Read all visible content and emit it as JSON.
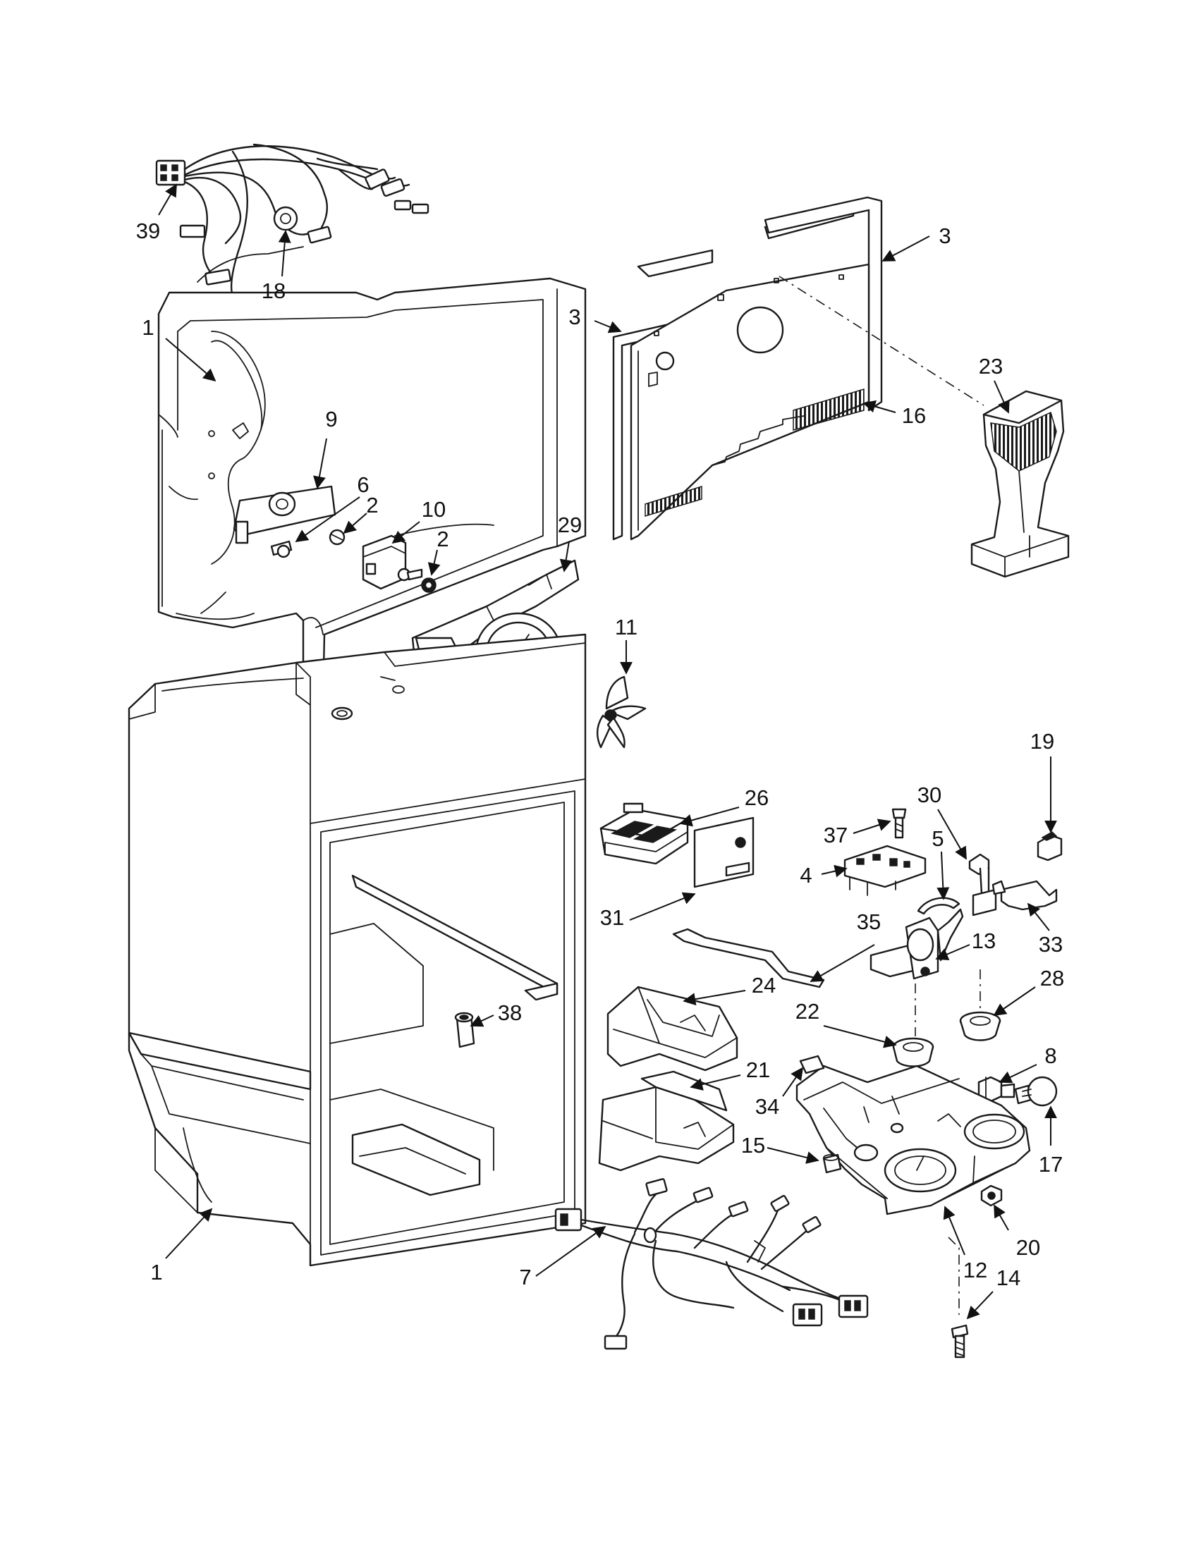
{
  "diagram": {
    "callouts": [
      {
        "id": "c1",
        "label": "1"
      },
      {
        "id": "c2",
        "label": "1"
      },
      {
        "id": "c3",
        "label": "2"
      },
      {
        "id": "c4",
        "label": "2"
      },
      {
        "id": "c5",
        "label": "3"
      },
      {
        "id": "c6",
        "label": "3"
      },
      {
        "id": "c7",
        "label": "4"
      },
      {
        "id": "c8",
        "label": "5"
      },
      {
        "id": "c9",
        "label": "6"
      },
      {
        "id": "c10",
        "label": "7"
      },
      {
        "id": "c11",
        "label": "8"
      },
      {
        "id": "c12",
        "label": "9"
      },
      {
        "id": "c13",
        "label": "10"
      },
      {
        "id": "c14",
        "label": "11"
      },
      {
        "id": "c15",
        "label": "12"
      },
      {
        "id": "c16",
        "label": "13"
      },
      {
        "id": "c17",
        "label": "14"
      },
      {
        "id": "c18",
        "label": "15"
      },
      {
        "id": "c19",
        "label": "16"
      },
      {
        "id": "c20",
        "label": "17"
      },
      {
        "id": "c21",
        "label": "18"
      },
      {
        "id": "c22",
        "label": "19"
      },
      {
        "id": "c23",
        "label": "20"
      },
      {
        "id": "c24",
        "label": "21"
      },
      {
        "id": "c25",
        "label": "22"
      },
      {
        "id": "c26",
        "label": "23"
      },
      {
        "id": "c27",
        "label": "24"
      },
      {
        "id": "c28",
        "label": "26"
      },
      {
        "id": "c29",
        "label": "28"
      },
      {
        "id": "c30",
        "label": "29"
      },
      {
        "id": "c31",
        "label": "30"
      },
      {
        "id": "c32",
        "label": "31"
      },
      {
        "id": "c33",
        "label": "33"
      },
      {
        "id": "c34",
        "label": "34"
      },
      {
        "id": "c35",
        "label": "35"
      },
      {
        "id": "c36",
        "label": "37"
      },
      {
        "id": "c37",
        "label": "38"
      },
      {
        "id": "c38",
        "label": "39"
      }
    ]
  }
}
